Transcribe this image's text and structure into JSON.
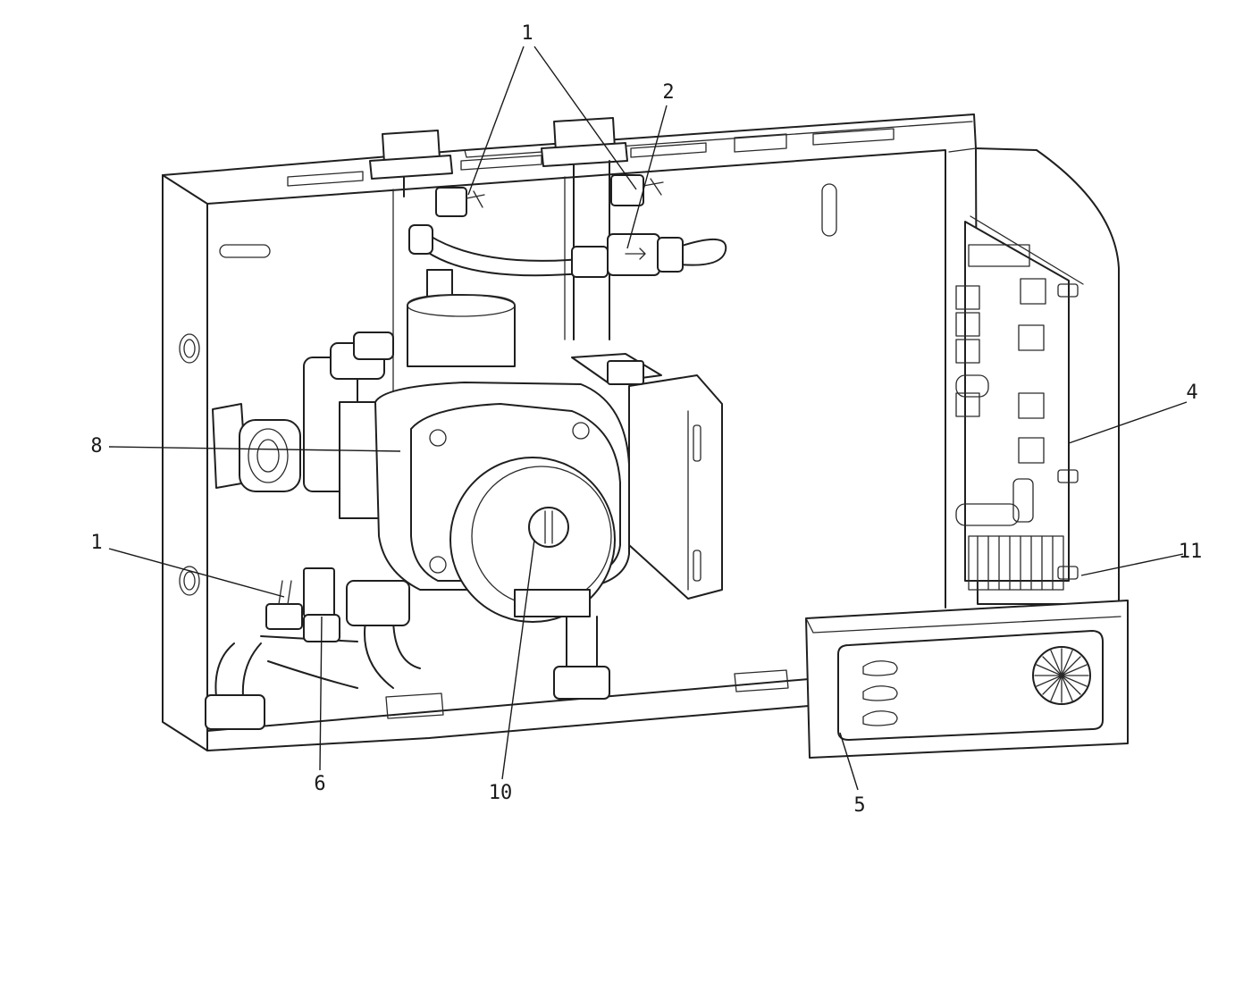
{
  "diagram": {
    "callouts": [
      {
        "id": "c1-top",
        "label": "1"
      },
      {
        "id": "c2",
        "label": "2"
      },
      {
        "id": "c4",
        "label": "4"
      },
      {
        "id": "c8",
        "label": "8"
      },
      {
        "id": "c1-left",
        "label": "1"
      },
      {
        "id": "c11",
        "label": "11"
      },
      {
        "id": "c6",
        "label": "6"
      },
      {
        "id": "c10",
        "label": "10"
      },
      {
        "id": "c5",
        "label": "5"
      }
    ]
  }
}
